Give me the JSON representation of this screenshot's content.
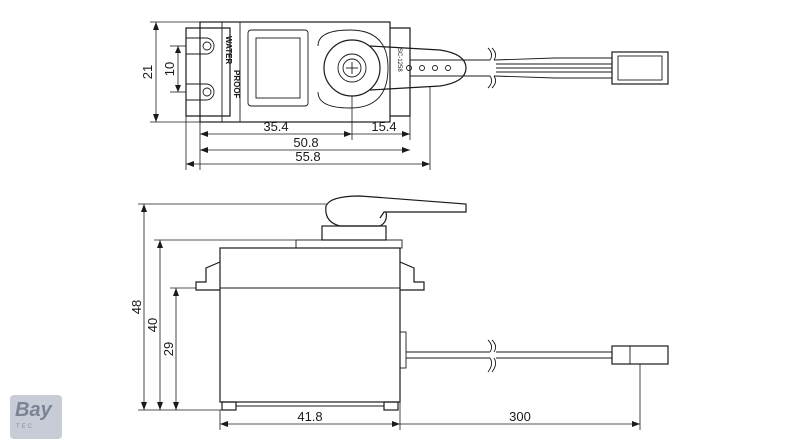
{
  "top_view": {
    "label_line1": "WATER",
    "label_line2": "PROOF",
    "model": "SC-1258",
    "dimensions": {
      "height": "21",
      "mount_spacing": "10",
      "shaft_offset": "35.4",
      "shaft_to_edge": "15.4",
      "body_length": "50.8",
      "overall_length": "55.8"
    }
  },
  "side_view": {
    "dimensions": {
      "total_height": "48",
      "body_height": "40",
      "mount_height": "29",
      "body_width": "41.8",
      "wire_length": "300"
    }
  },
  "logo": {
    "brand": "Bay",
    "sub": "TEC"
  }
}
